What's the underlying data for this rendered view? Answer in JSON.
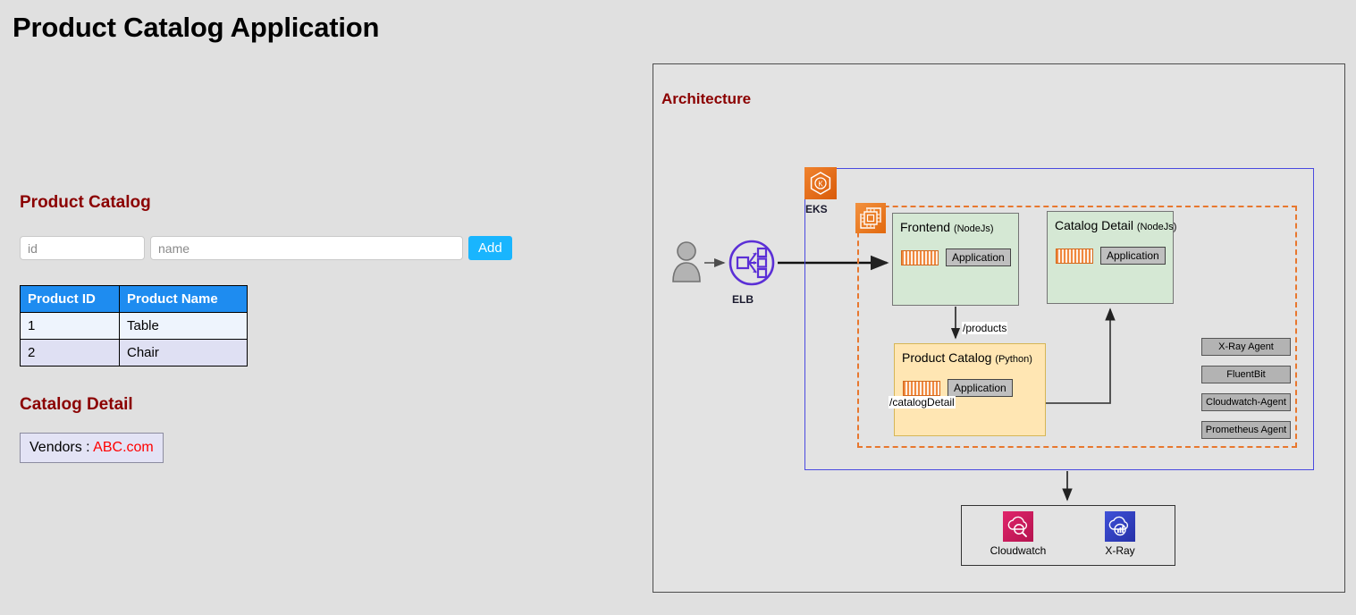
{
  "app": {
    "title": "Product Catalog Application"
  },
  "product_catalog": {
    "heading": "Product Catalog",
    "form": {
      "id_placeholder": "id",
      "id_value": "",
      "name_placeholder": "name",
      "name_value": "",
      "add_label": "Add"
    },
    "table": {
      "columns": [
        "Product ID",
        "Product Name"
      ],
      "rows": [
        {
          "id": "1",
          "name": "Table"
        },
        {
          "id": "2",
          "name": "Chair"
        }
      ]
    }
  },
  "catalog_detail": {
    "heading": "Catalog Detail",
    "vendors_label": "Vendors : ",
    "vendors_value": "ABC.com"
  },
  "architecture": {
    "title": "Architecture",
    "user_icon": "user-icon",
    "elb": {
      "label": "ELB",
      "icon": "elb-icon"
    },
    "eks": {
      "label": "EKS",
      "icon": "eks-icon"
    },
    "node": {
      "icon": "ec2-node-icon"
    },
    "services": [
      {
        "name": "Frontend",
        "lang": "(NodeJs)",
        "chip": "Application",
        "container_icon": "container-icon"
      },
      {
        "name": "Catalog Detail",
        "lang": "(NodeJs)",
        "chip": "Application",
        "container_icon": "container-icon"
      },
      {
        "name": "Product Catalog",
        "lang": "(Python)",
        "chip": "Application",
        "container_icon": "container-icon"
      }
    ],
    "edges": [
      {
        "label": "/products"
      },
      {
        "label": "/catalogDetail"
      }
    ],
    "agents": [
      "X-Ray Agent",
      "FluentBit",
      "Cloudwatch-Agent",
      "Prometheus Agent"
    ],
    "observability": [
      {
        "label": "Cloudwatch",
        "icon": "cloudwatch-icon"
      },
      {
        "label": "X-Ray",
        "icon": "xray-icon"
      }
    ]
  },
  "colors": {
    "page_bg": "#e0e0e0",
    "heading_red": "#8b0000",
    "table_header_blue": "#1e8cf0",
    "add_button_blue": "#19b5fe",
    "vendor_link_red": "#ff0000",
    "aws_orange": "#e8772e",
    "eks_border_blue": "#4a4ae0",
    "service_green": "#d5e8d4",
    "service_yellow": "#ffe6b3",
    "cloudwatch_pink": "#cc2264",
    "xray_blue": "#3b48cc"
  }
}
